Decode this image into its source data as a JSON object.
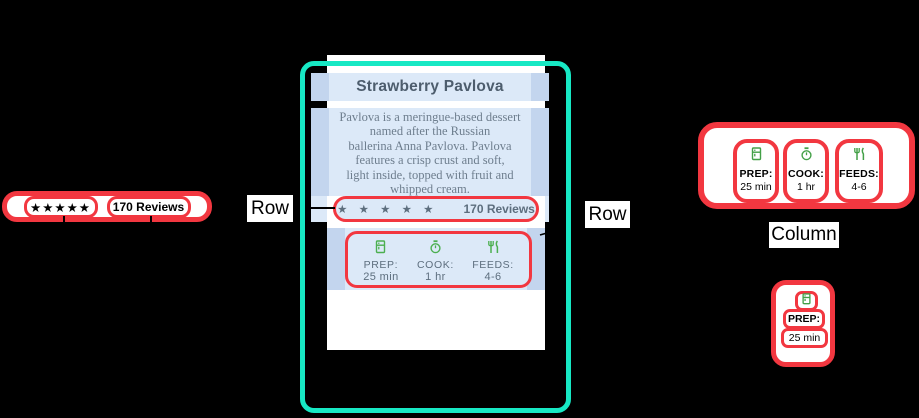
{
  "diagram": {
    "card": {
      "title": "Strawberry Pavlova",
      "description_lines": [
        "Pavlova is a meringue-based dessert",
        "named after the Russian",
        "ballerina Anna Pavlova. Pavlova",
        "features a crisp crust and soft,",
        "light inside, topped with fruit and",
        "whipped cream."
      ],
      "ratings_row": {
        "stars": "★ ★ ★ ★ ★",
        "reviews_label": "170 Reviews"
      },
      "info_row": [
        {
          "icon": "kitchen-icon",
          "label": "PREP:",
          "value": "25 min"
        },
        {
          "icon": "timer-icon",
          "label": "COOK:",
          "value": "1 hr"
        },
        {
          "icon": "restaurant-icon",
          "label": "FEEDS:",
          "value": "4-6"
        }
      ]
    },
    "callouts": {
      "row_label_left": "Row",
      "row_label_right": "Row",
      "column_label": "Column",
      "ratings_detail": {
        "stars": "★★★★★",
        "reviews_label": "170 Reviews"
      },
      "columns_detail": [
        {
          "icon": "kitchen-icon",
          "label": "PREP:",
          "value": "25 min"
        },
        {
          "icon": "timer-icon",
          "label": "COOK:",
          "value": "1 hr"
        },
        {
          "icon": "restaurant-icon",
          "label": "FEEDS:",
          "value": "4-6"
        }
      ],
      "item_detail": {
        "icon": "kitchen-icon",
        "label": "PREP:",
        "value": "25 min"
      }
    },
    "colors": {
      "highlight_red": "#f23740",
      "highlight_teal": "#17e8c4",
      "section_blue": "#dce9f8",
      "section_blue_edge": "#c3d5ee",
      "icon_green_card": "#4caf50",
      "icon_green_detail": "#43a047",
      "card_text_gray": "#5d6e7e"
    }
  }
}
